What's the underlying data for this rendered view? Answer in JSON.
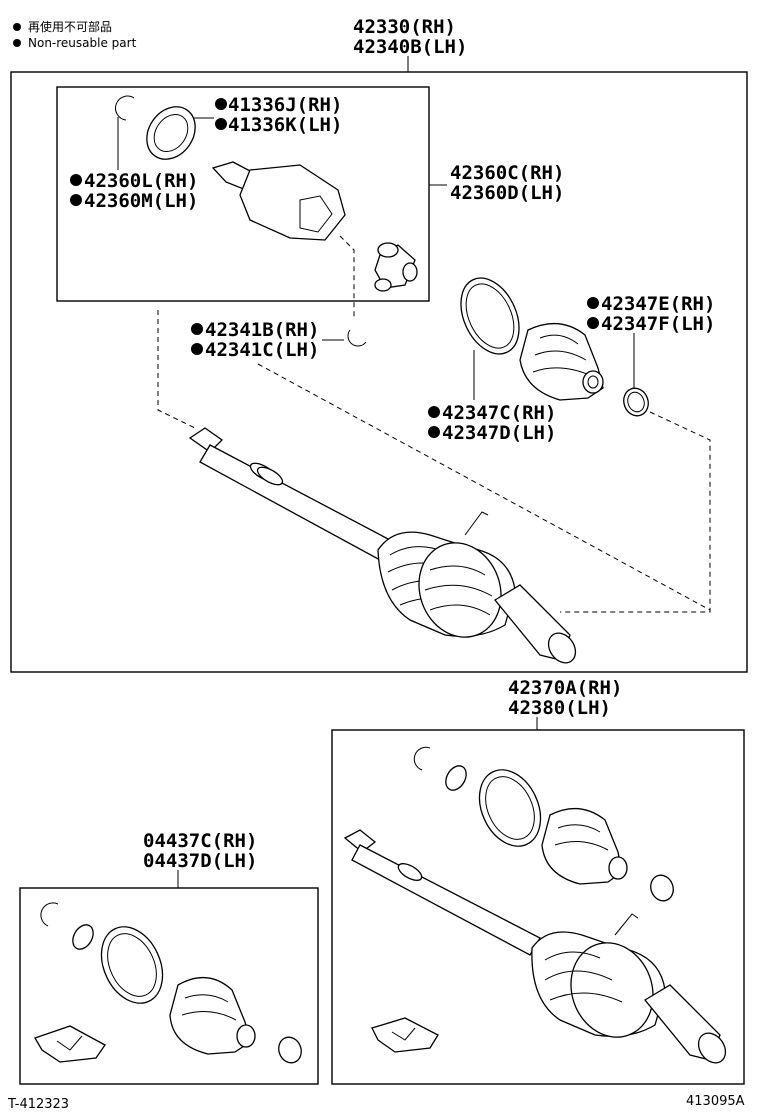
{
  "legend": {
    "line1": "再使用不可部品",
    "line2": "Non-reusable part"
  },
  "assemblies": {
    "main": {
      "rh": "42330(RH)",
      "lh": "42340B(LH)"
    },
    "inboard_joint": {
      "rh": "42360C(RH)",
      "lh": "42360D(LH)"
    },
    "secondary": {
      "rh": "42370A(RH)",
      "lh": "42380(LH)"
    },
    "boot_kit": {
      "rh": "04437C(RH)",
      "lh": "04437D(LH)"
    }
  },
  "parts": {
    "seal": {
      "rh": "41336J(RH)",
      "lh": "41336K(LH)"
    },
    "snap_ring_inner": {
      "rh": "42360L(RH)",
      "lh": "42360M(LH)"
    },
    "snap_ring_shaft": {
      "rh": "42341B(RH)",
      "lh": "42341C(LH)"
    },
    "boot_clamp_large": {
      "rh": "42347C(RH)",
      "lh": "42347D(LH)"
    },
    "boot_clamp_small": {
      "rh": "42347E(RH)",
      "lh": "42347F(LH)"
    }
  },
  "footer": {
    "left_code": "T-412323",
    "right_code": "413095A"
  }
}
